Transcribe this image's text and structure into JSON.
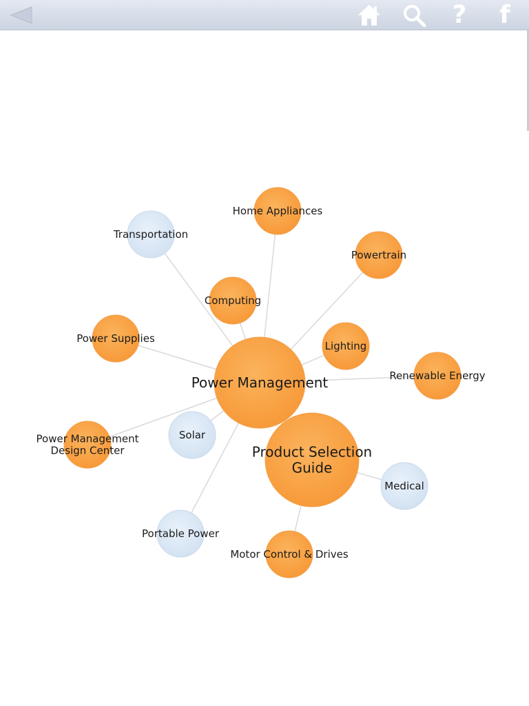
{
  "toolbar": {
    "back_icon": "back-arrow-icon",
    "home_icon": "home-icon",
    "search_icon": "search-icon",
    "help_label": "?",
    "facebook_label": "f"
  },
  "colors": {
    "orange_node": "#f9a346",
    "blue_node": "#dce9f6",
    "edge": "#d8d8de",
    "text": "#1a1a1a"
  },
  "graph": {
    "nodes": [
      {
        "id": "pm",
        "lines": [
          "Power Management"
        ],
        "kind": "orange",
        "size": "xl"
      },
      {
        "id": "psg",
        "lines": [
          "Product Selection",
          "Guide"
        ],
        "kind": "orange",
        "size": "xl2"
      },
      {
        "id": "home",
        "lines": [
          "Home Appliances"
        ],
        "kind": "orange",
        "size": "m"
      },
      {
        "id": "trans",
        "lines": [
          "Transportation"
        ],
        "kind": "blue",
        "size": "m"
      },
      {
        "id": "power",
        "lines": [
          "Powertrain"
        ],
        "kind": "orange",
        "size": "m"
      },
      {
        "id": "comp",
        "lines": [
          "Computing"
        ],
        "kind": "orange",
        "size": "m"
      },
      {
        "id": "ps",
        "lines": [
          "Power Supplies"
        ],
        "kind": "orange",
        "size": "m"
      },
      {
        "id": "light",
        "lines": [
          "Lighting"
        ],
        "kind": "orange",
        "size": "m"
      },
      {
        "id": "ren",
        "lines": [
          "Renewable Energy"
        ],
        "kind": "orange",
        "size": "m"
      },
      {
        "id": "pmdc",
        "lines": [
          "Power Management",
          "Design Center"
        ],
        "kind": "orange",
        "size": "m"
      },
      {
        "id": "solar",
        "lines": [
          "Solar"
        ],
        "kind": "blue",
        "size": "m"
      },
      {
        "id": "med",
        "lines": [
          "Medical"
        ],
        "kind": "blue",
        "size": "m"
      },
      {
        "id": "port",
        "lines": [
          "Portable Power"
        ],
        "kind": "blue",
        "size": "m"
      },
      {
        "id": "motor",
        "lines": [
          "Motor Control & Drives"
        ],
        "kind": "orange",
        "size": "m"
      }
    ],
    "edges": [
      [
        "pm",
        "home"
      ],
      [
        "pm",
        "trans"
      ],
      [
        "pm",
        "power"
      ],
      [
        "pm",
        "comp"
      ],
      [
        "pm",
        "ps"
      ],
      [
        "pm",
        "light"
      ],
      [
        "pm",
        "ren"
      ],
      [
        "pm",
        "pmdc"
      ],
      [
        "pm",
        "solar"
      ],
      [
        "pm",
        "port"
      ],
      [
        "pm",
        "psg"
      ],
      [
        "psg",
        "med"
      ],
      [
        "psg",
        "motor"
      ]
    ]
  }
}
